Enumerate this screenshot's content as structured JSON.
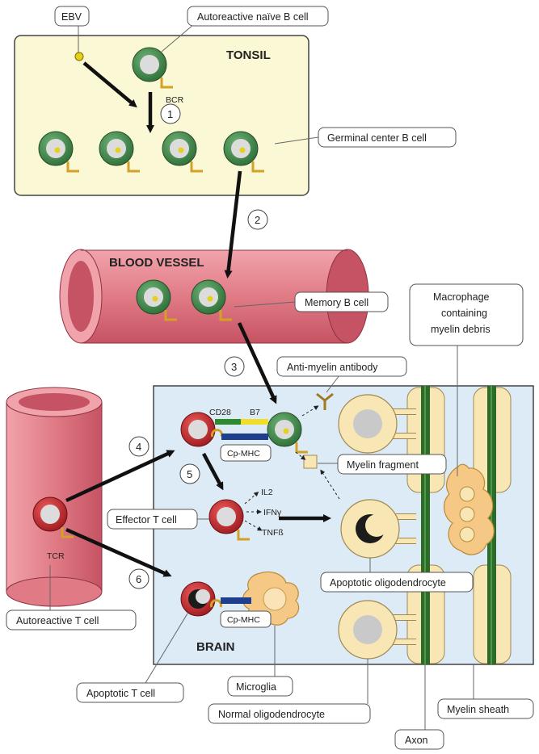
{
  "regions": {
    "tonsil": "TONSIL",
    "blood_vessel": "BLOOD VESSEL",
    "brain": "BRAIN"
  },
  "labels": {
    "ebv": "EBV",
    "autoreactive_naive_b_cell": "Autoreactive naïve B cell",
    "bcr": "BCR",
    "germinal_center_b_cell": "Germinal center B cell",
    "memory_b_cell": "Memory B cell",
    "macrophage": [
      "Macrophage",
      "containing",
      "myelin debris"
    ],
    "anti_myelin_antibody": "Anti-myelin antibody",
    "cd28": "CD28",
    "b7": "B7",
    "cp_mhc": "Cp-MHC",
    "myelin_fragment": "Myelin fragment",
    "il2": "IL2",
    "ifny": "IFNγ",
    "tnfb": "TNFß",
    "effector_t_cell": "Effector T cell",
    "tcr": "TCR",
    "apoptotic_oligodendrocyte": "Apoptotic oligodendrocyte",
    "autoreactive_t_cell": "Autoreactive T cell",
    "apoptotic_t_cell": "Apoptotic T cell",
    "microglia": "Microglia",
    "normal_oligodendrocyte": "Normal oligodendrocyte",
    "axon": "Axon",
    "myelin_sheath": "Myelin sheath"
  },
  "steps": [
    "1",
    "2",
    "3",
    "4",
    "5",
    "6"
  ],
  "colors": {
    "tonsil_bg": "#fbf8d6",
    "brain_bg": "#dcebf6",
    "vessel_pink": "#e07b86",
    "vessel_inner": "#c65363",
    "b_cell_green": "#3f8a4a",
    "t_cell_red": "#c3252c",
    "oligodendrocyte": "#f8e7b5",
    "microglia": "#f5c985",
    "axon_green": "#2d6b2a",
    "receptor_gold": "#d4a025",
    "mhc_blue": "#1d3f8e"
  }
}
